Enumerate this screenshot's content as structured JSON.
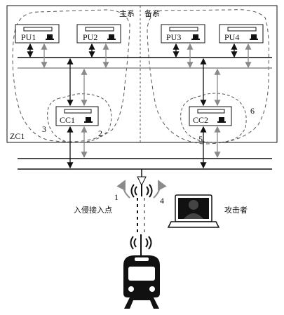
{
  "labels": {
    "primary_system": "主系",
    "standby_system": "备系",
    "zc": "ZC1",
    "pu1": "PU1",
    "pu2": "PU2",
    "pu3": "PU3",
    "pu4": "PU4",
    "cc1": "CC1",
    "cc2": "CC2",
    "num1": "1",
    "num2": "2",
    "num3": "3",
    "num4": "4",
    "num5": "5",
    "num6": "6",
    "intrusion_point": "入侵接入点",
    "attacker": "攻击者"
  },
  "icons": {
    "antenna": "wireless-antenna-icon",
    "laptop": "hacker-laptop-icon",
    "train": "train-icon",
    "printer": "printer-icon"
  },
  "colors": {
    "line": "#111111",
    "gray_link": "#8a8a8a",
    "dashed": "#555555"
  }
}
